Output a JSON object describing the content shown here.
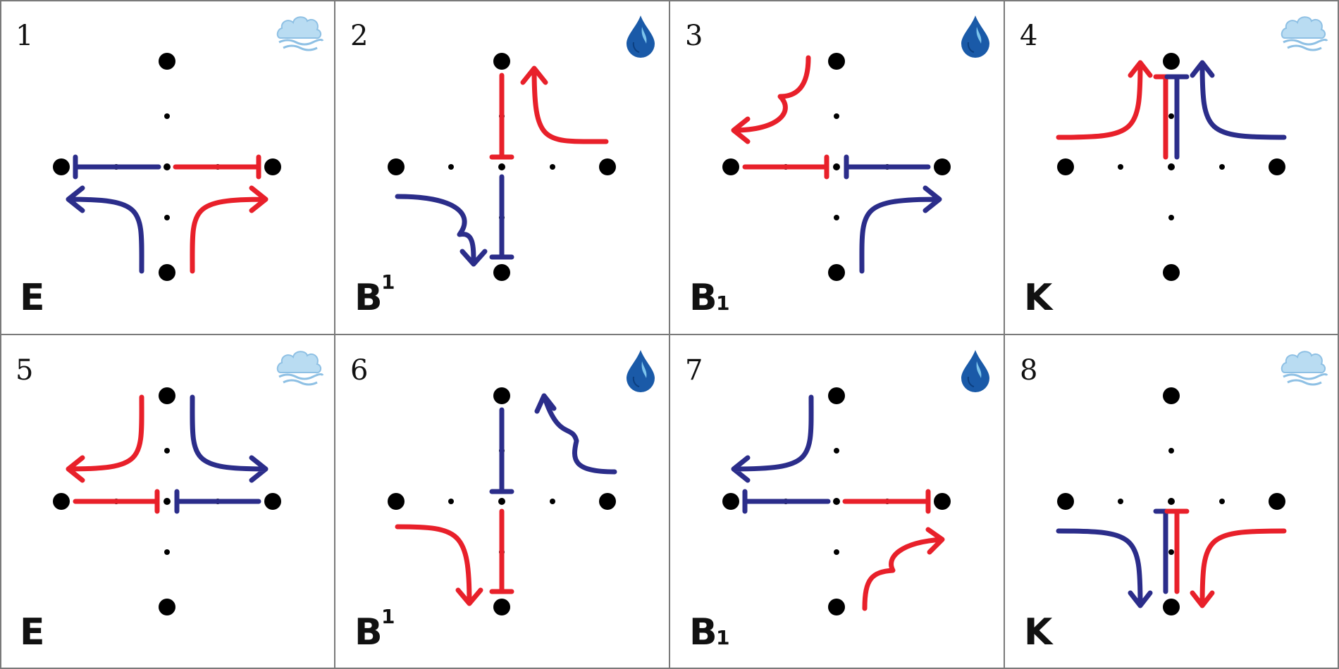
{
  "colors": {
    "red": "#e8202a",
    "blue": "#2b2d8a",
    "dot": "#000000",
    "grid": "#7a7a7a",
    "drop": "#1a5aa8",
    "cloud": "#9cc8e8"
  },
  "cards": [
    {
      "number": "1",
      "label": "E",
      "sup": "",
      "sub": "",
      "icon": "cloud-icon"
    },
    {
      "number": "2",
      "label": "B",
      "sup": "1",
      "sub": "",
      "icon": "water-drop-icon"
    },
    {
      "number": "3",
      "label": "B",
      "sup": "",
      "sub": "1",
      "icon": "water-drop-icon"
    },
    {
      "number": "4",
      "label": "K",
      "sup": "",
      "sub": "",
      "icon": "cloud-icon"
    },
    {
      "number": "5",
      "label": "E",
      "sup": "",
      "sub": "",
      "icon": "cloud-icon"
    },
    {
      "number": "6",
      "label": "B",
      "sup": "1",
      "sub": "",
      "icon": "water-drop-icon"
    },
    {
      "number": "7",
      "label": "B",
      "sup": "",
      "sub": "1",
      "icon": "water-drop-icon"
    },
    {
      "number": "8",
      "label": "K",
      "sup": "",
      "sub": "",
      "icon": "cloud-icon"
    }
  ]
}
